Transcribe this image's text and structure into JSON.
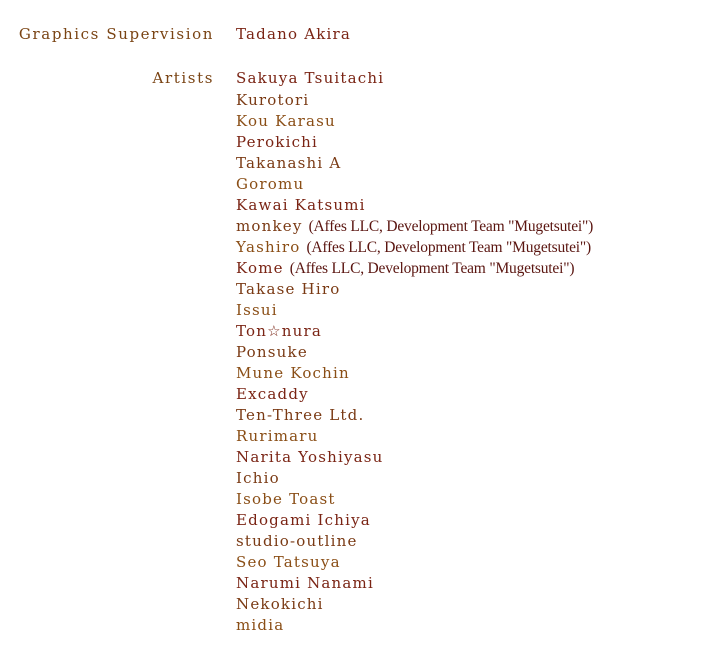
{
  "credits": {
    "graphics_supervision": {
      "role": "Graphics Supervision",
      "names": [
        "Tadano Akira"
      ]
    },
    "artists": {
      "role": "Artists",
      "names": [
        {
          "name": "Sakuya Tsuitachi",
          "affiliation": ""
        },
        {
          "name": "Kurotori",
          "affiliation": ""
        },
        {
          "name": "Kou Karasu",
          "affiliation": ""
        },
        {
          "name": "Perokichi",
          "affiliation": ""
        },
        {
          "name": "Takanashi A",
          "affiliation": ""
        },
        {
          "name": "Goromu",
          "affiliation": ""
        },
        {
          "name": "Kawai Katsumi",
          "affiliation": ""
        },
        {
          "name": "monkey",
          "affiliation": "(Affes LLC, Development Team \"Mugetsutei\")"
        },
        {
          "name": "Yashiro",
          "affiliation": "(Affes LLC, Development Team \"Mugetsutei\")"
        },
        {
          "name": "Kome",
          "affiliation": "(Affes LLC, Development Team \"Mugetsutei\")"
        },
        {
          "name": "Takase Hiro",
          "affiliation": ""
        },
        {
          "name": "Issui",
          "affiliation": ""
        },
        {
          "name": "Ton☆nura",
          "affiliation": ""
        },
        {
          "name": "Ponsuke",
          "affiliation": ""
        },
        {
          "name": "Mune Kochin",
          "affiliation": ""
        },
        {
          "name": "Excaddy",
          "affiliation": ""
        },
        {
          "name": "Ten-Three Ltd.",
          "affiliation": ""
        },
        {
          "name": "Rurimaru",
          "affiliation": ""
        },
        {
          "name": "Narita Yoshiyasu",
          "affiliation": ""
        },
        {
          "name": "Ichio",
          "affiliation": ""
        },
        {
          "name": "Isobe Toast",
          "affiliation": ""
        },
        {
          "name": "Edogami Ichiya",
          "affiliation": ""
        },
        {
          "name": "studio-outline",
          "affiliation": ""
        },
        {
          "name": "Seo Tatsuya",
          "affiliation": ""
        },
        {
          "name": "Narumi Nanami",
          "affiliation": ""
        },
        {
          "name": "Nekokichi",
          "affiliation": ""
        },
        {
          "name": "midia",
          "affiliation": ""
        }
      ]
    }
  },
  "colors": {
    "role_text": "#7a4414",
    "name_text": "#6a1d12",
    "background": "#ffffff"
  }
}
